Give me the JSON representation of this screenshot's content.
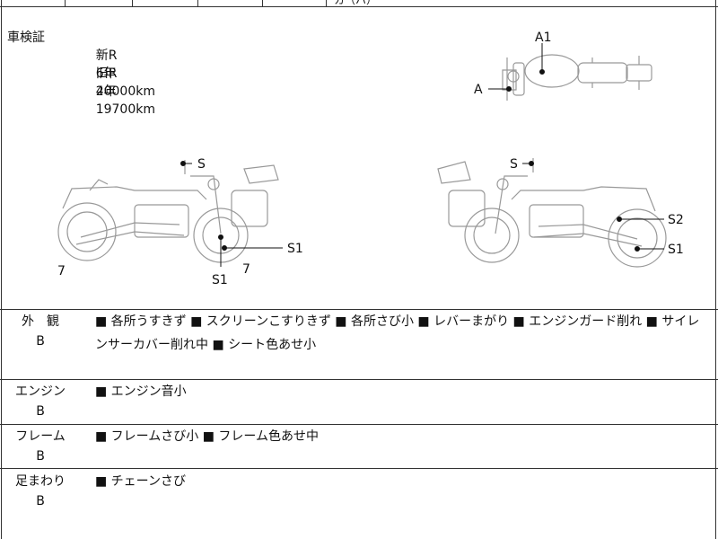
{
  "header_cut_text": "カ（ハ）",
  "odometer": {
    "label": "車検証",
    "new": {
      "tag": "新R",
      "years": "6年",
      "km": "20000km"
    },
    "old": {
      "tag": "旧R",
      "years": "4年",
      "km": "19700km"
    }
  },
  "diagram_markers": {
    "top_view": [
      "A1",
      "A"
    ],
    "left_side": [
      "S",
      "S1",
      "S1",
      "7",
      "7"
    ],
    "right_side": [
      "S",
      "S2",
      "S1"
    ]
  },
  "conditions": [
    {
      "label": "外　観",
      "grade": "B",
      "text": "■ 各所うすきず ■ スクリーンこすりきず ■ 各所さび小 ■ レバーまがり ■ エンジンガード削れ ■ サイレンサーカバー削れ中 ■ シート色あせ小"
    },
    {
      "label": "エンジン",
      "grade": "B",
      "text": "■ エンジン音小"
    },
    {
      "label": "フレーム",
      "grade": "B",
      "text": "■ フレームさび小 ■ フレーム色あせ中"
    },
    {
      "label": "足まわり",
      "grade": "B",
      "text": "■ チェーンさび"
    }
  ]
}
